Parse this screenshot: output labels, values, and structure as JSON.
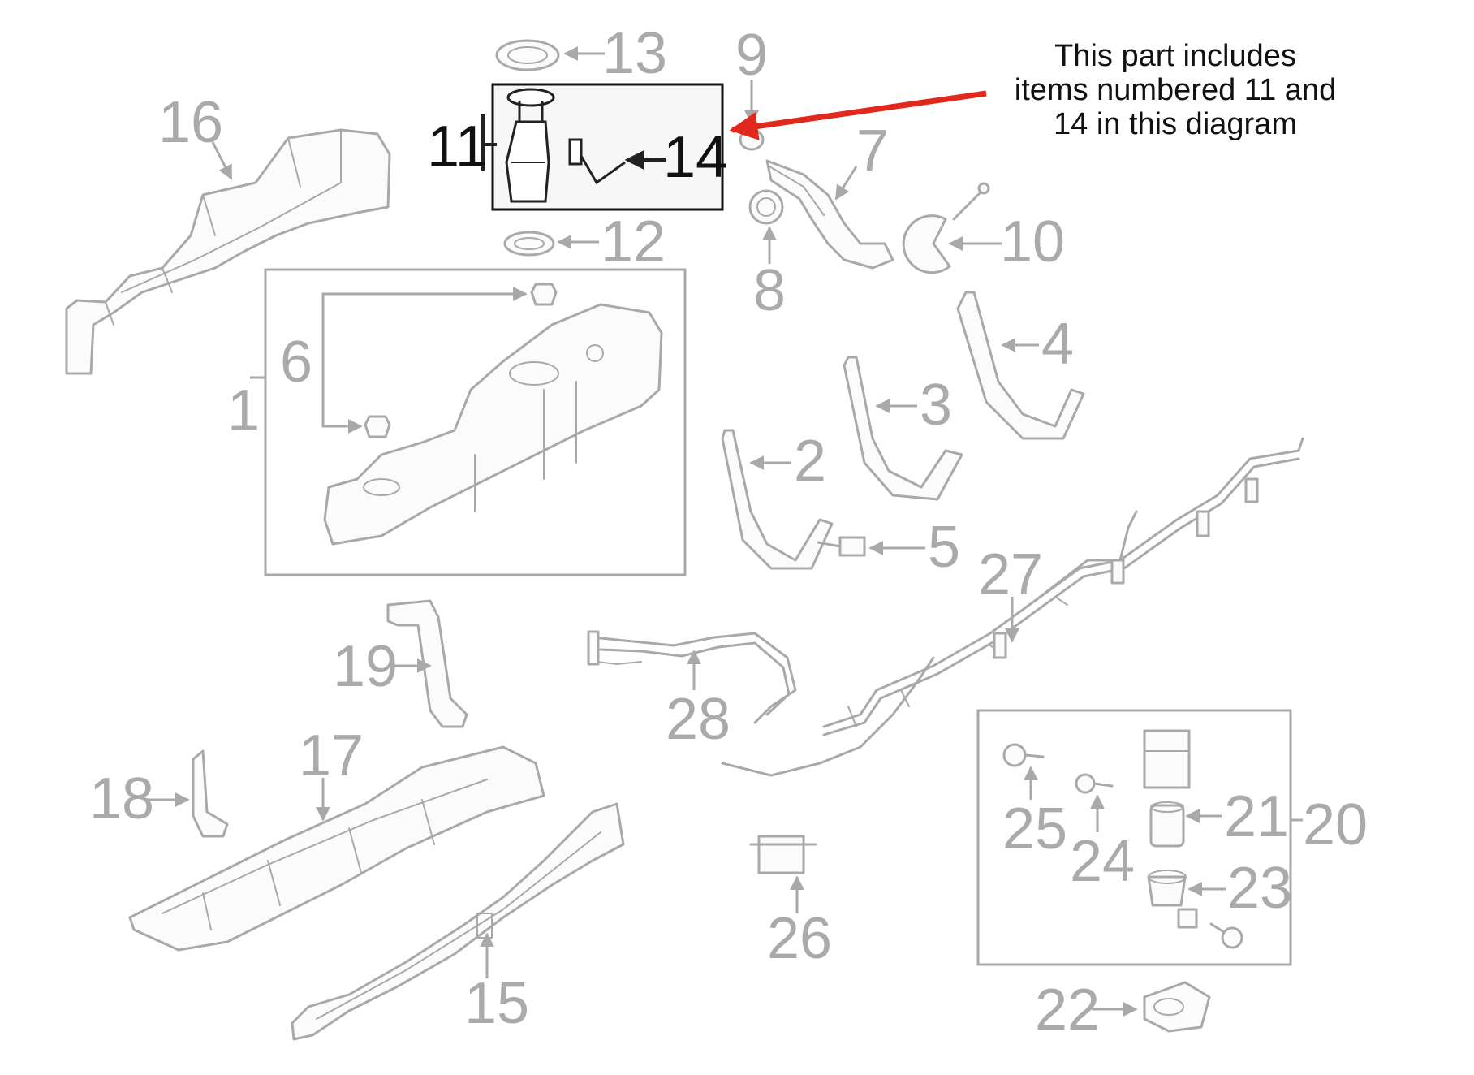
{
  "annotation": {
    "lines": [
      "This part includes",
      "items numbered 11 and",
      "14 in this diagram"
    ],
    "arrow_color": "#e0291c"
  },
  "callouts": {
    "n1": "1",
    "n2": "2",
    "n3": "3",
    "n4": "4",
    "n5": "5",
    "n6": "6",
    "n7": "7",
    "n8": "8",
    "n9": "9",
    "n10": "10",
    "n11": "11",
    "n12": "12",
    "n13": "13",
    "n14": "14",
    "n15": "15",
    "n16": "16",
    "n17": "17",
    "n18": "18",
    "n19": "19",
    "n20": "20",
    "n21": "21",
    "n22": "22",
    "n23": "23",
    "n24": "24",
    "n25": "25",
    "n26": "26",
    "n27": "27",
    "n28": "28"
  },
  "highlighted_items": [
    "11",
    "14"
  ]
}
